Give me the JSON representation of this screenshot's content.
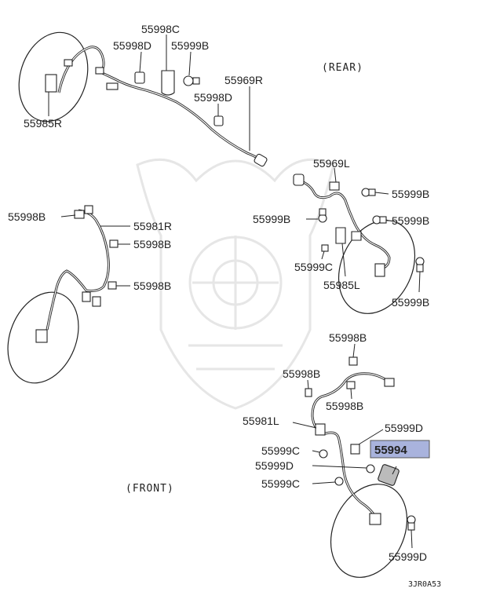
{
  "section_tags": {
    "rear": "(REAR)",
    "front": "(FRONT)"
  },
  "figure_code": "3JR0A53",
  "highlight_color": "#a9b3dd",
  "labels": {
    "l55998C": "55998C",
    "l55998D_a": "55998D",
    "l55999B_a": "55999B",
    "l55969R": "55969R",
    "l55998D_b": "55998D",
    "l55985R": "55985R",
    "l55969L": "55969L",
    "l55999B_b": "55999B",
    "l55999B_c": "55999B",
    "l55999B_d": "55999B",
    "l55999B_e": "55999B",
    "l55999C_a": "55999C",
    "l55985L": "55985L",
    "l55998B_a": "55998B",
    "l55981R": "55981R",
    "l55998B_b": "55998B",
    "l55998B_c": "55998B",
    "l55998B_d": "55998B",
    "l55998B_e": "55998B",
    "l55998B_f": "55998B",
    "l55981L": "55981L",
    "l55999D_a": "55999D",
    "l55994": "55994",
    "l55999C_b": "55999C",
    "l55999D_b": "55999D",
    "l55999C_c": "55999C",
    "l55999D_c": "55999D"
  }
}
